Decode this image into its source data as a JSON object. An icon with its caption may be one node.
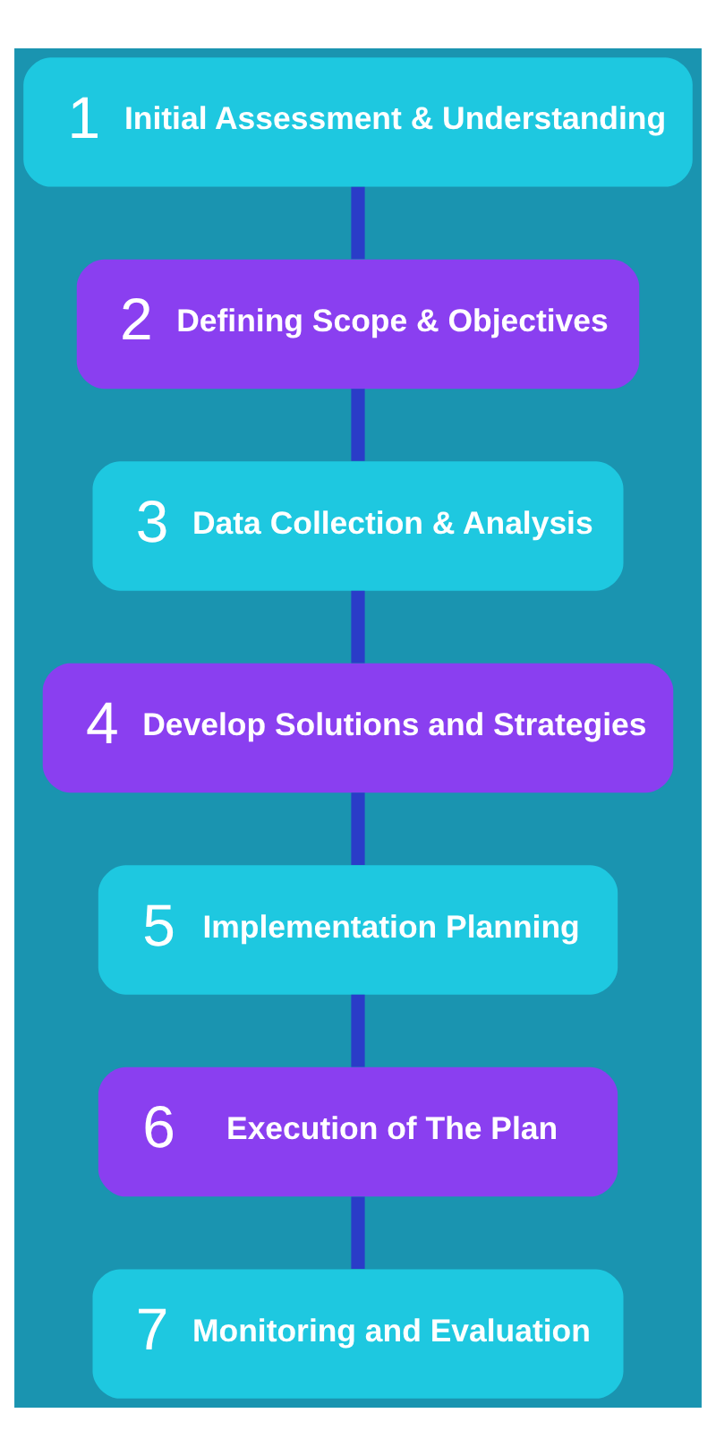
{
  "diagram": {
    "nodes": [
      {
        "text": [
          "1",
          "Initial Assessment & Understanding"
        ]
      },
      {
        "text": [
          "2",
          "Defining Scope & Objectives"
        ]
      },
      {
        "text": [
          "3",
          "Data Collection & Analysis"
        ]
      },
      {
        "text": [
          "4",
          "Develop Solutions and Strategies"
        ]
      },
      {
        "text": [
          "5",
          "Implementation Planning"
        ]
      },
      {
        "text": [
          "6",
          "Execution of The Plan"
        ]
      },
      {
        "text": [
          "7",
          "Monitoring and Evaluation"
        ]
      }
    ],
    "edges": [
      {
        "from": 0,
        "to": 1,
        "arrow": "none"
      },
      {
        "from": 1,
        "to": 2,
        "arrow": "none"
      },
      {
        "from": 2,
        "to": 3,
        "arrow": "none"
      },
      {
        "from": 3,
        "to": 4,
        "arrow": "none"
      },
      {
        "from": 4,
        "to": 5,
        "arrow": "none"
      },
      {
        "from": 5,
        "to": 6,
        "arrow": "none"
      }
    ]
  }
}
